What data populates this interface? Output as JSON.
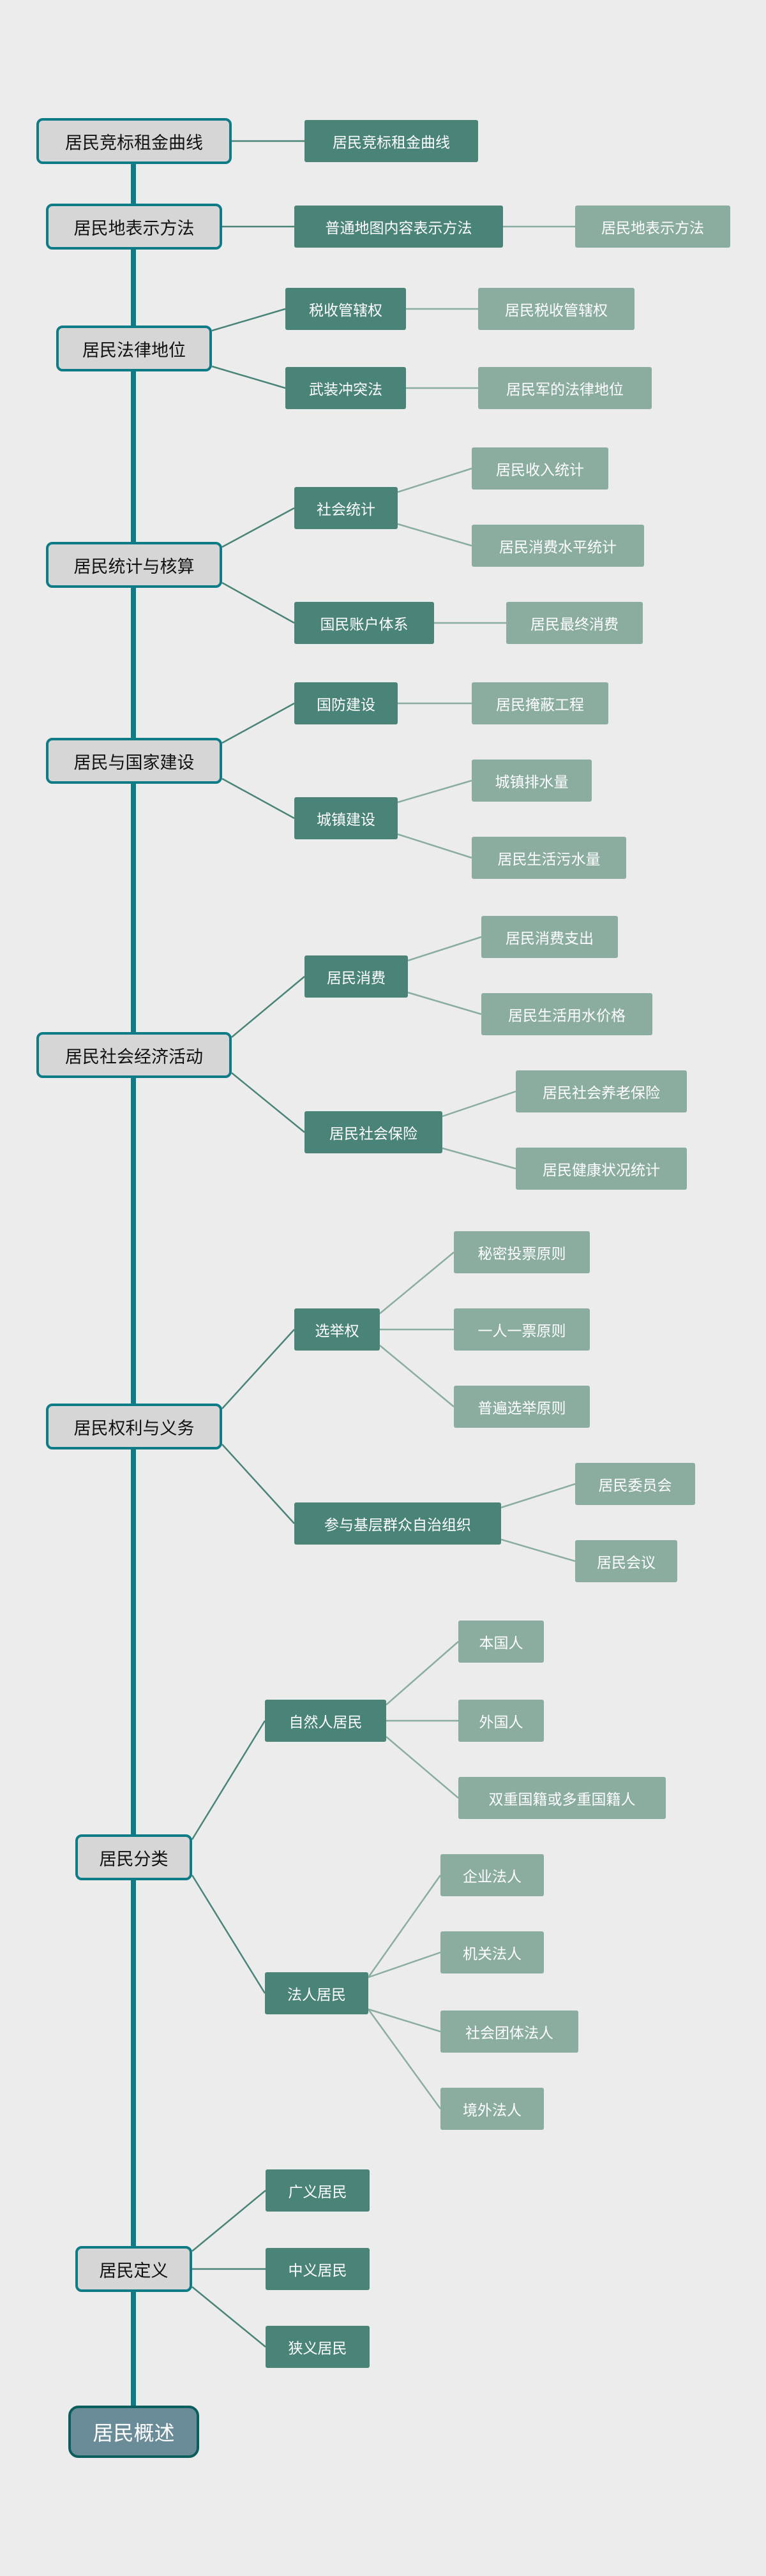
{
  "root": {
    "label": "居民概述"
  },
  "colors": {
    "spine": "#0e7c86",
    "main_fill": "#d6d6d6",
    "level2_fill": "#4a8479",
    "level3_fill": "#8aad9f",
    "root_fill": "#6a8c99",
    "background": "#ececec"
  },
  "branches": [
    {
      "label": "居民竞标租金曲线",
      "children": [
        {
          "label": "居民竞标租金曲线",
          "children": []
        }
      ]
    },
    {
      "label": "居民地表示方法",
      "children": [
        {
          "label": "普通地图内容表示方法",
          "children": [
            {
              "label": "居民地表示方法"
            }
          ]
        }
      ]
    },
    {
      "label": "居民法律地位",
      "children": [
        {
          "label": "税收管辖权",
          "children": [
            {
              "label": "居民税收管辖权"
            }
          ]
        },
        {
          "label": "武装冲突法",
          "children": [
            {
              "label": "居民军的法律地位"
            }
          ]
        }
      ]
    },
    {
      "label": "居民统计与核算",
      "children": [
        {
          "label": "社会统计",
          "children": [
            {
              "label": "居民收入统计"
            },
            {
              "label": "居民消费水平统计"
            }
          ]
        },
        {
          "label": "国民账户体系",
          "children": [
            {
              "label": "居民最终消费"
            }
          ]
        }
      ]
    },
    {
      "label": "居民与国家建设",
      "children": [
        {
          "label": "国防建设",
          "children": [
            {
              "label": "居民掩蔽工程"
            }
          ]
        },
        {
          "label": "城镇建设",
          "children": [
            {
              "label": "城镇排水量"
            },
            {
              "label": "居民生活污水量"
            }
          ]
        }
      ]
    },
    {
      "label": "居民社会经济活动",
      "children": [
        {
          "label": "居民消费",
          "children": [
            {
              "label": "居民消费支出"
            },
            {
              "label": "居民生活用水价格"
            }
          ]
        },
        {
          "label": "居民社会保险",
          "children": [
            {
              "label": "居民社会养老保险"
            },
            {
              "label": "居民健康状况统计"
            }
          ]
        }
      ]
    },
    {
      "label": "居民权利与义务",
      "children": [
        {
          "label": "选举权",
          "children": [
            {
              "label": "秘密投票原则"
            },
            {
              "label": "一人一票原则"
            },
            {
              "label": "普遍选举原则"
            }
          ]
        },
        {
          "label": "参与基层群众自治组织",
          "children": [
            {
              "label": "居民委员会"
            },
            {
              "label": "居民会议"
            }
          ]
        }
      ]
    },
    {
      "label": "居民分类",
      "children": [
        {
          "label": "自然人居民",
          "children": [
            {
              "label": "本国人"
            },
            {
              "label": "外国人"
            },
            {
              "label": "双重国籍或多重国籍人"
            }
          ]
        },
        {
          "label": "法人居民",
          "children": [
            {
              "label": "企业法人"
            },
            {
              "label": "机关法人"
            },
            {
              "label": "社会团体法人"
            },
            {
              "label": "境外法人"
            }
          ]
        }
      ]
    },
    {
      "label": "居民定义",
      "children": [
        {
          "label": "广义居民",
          "children": []
        },
        {
          "label": "中义居民",
          "children": []
        },
        {
          "label": "狭义居民",
          "children": []
        }
      ]
    }
  ]
}
